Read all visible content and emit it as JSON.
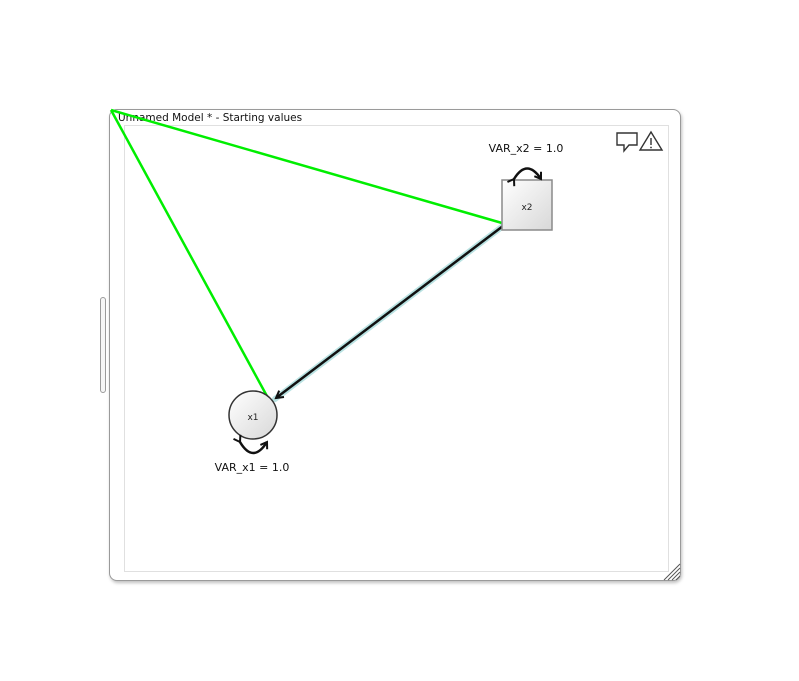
{
  "window": {
    "title": "Unnamed Model * - Starting values"
  },
  "nodes": {
    "x1": {
      "label": "x1",
      "shape": "circle",
      "variance_label": "VAR_x1 = 1.0"
    },
    "x2": {
      "label": "x2",
      "shape": "square",
      "variance_label": "VAR_x2 = 1.0"
    }
  },
  "edges": [
    {
      "from": "x2",
      "to": "x1",
      "type": "regression-path"
    }
  ],
  "icons": {
    "comment": "comment-icon",
    "warning": "warning-icon"
  },
  "colors": {
    "selection_line": "#00ee00",
    "path_stroke": "#111111",
    "path_glow": "#a8dcdc",
    "node_fill_light": "#ffffff",
    "node_fill_dark": "#dcdcdc"
  }
}
